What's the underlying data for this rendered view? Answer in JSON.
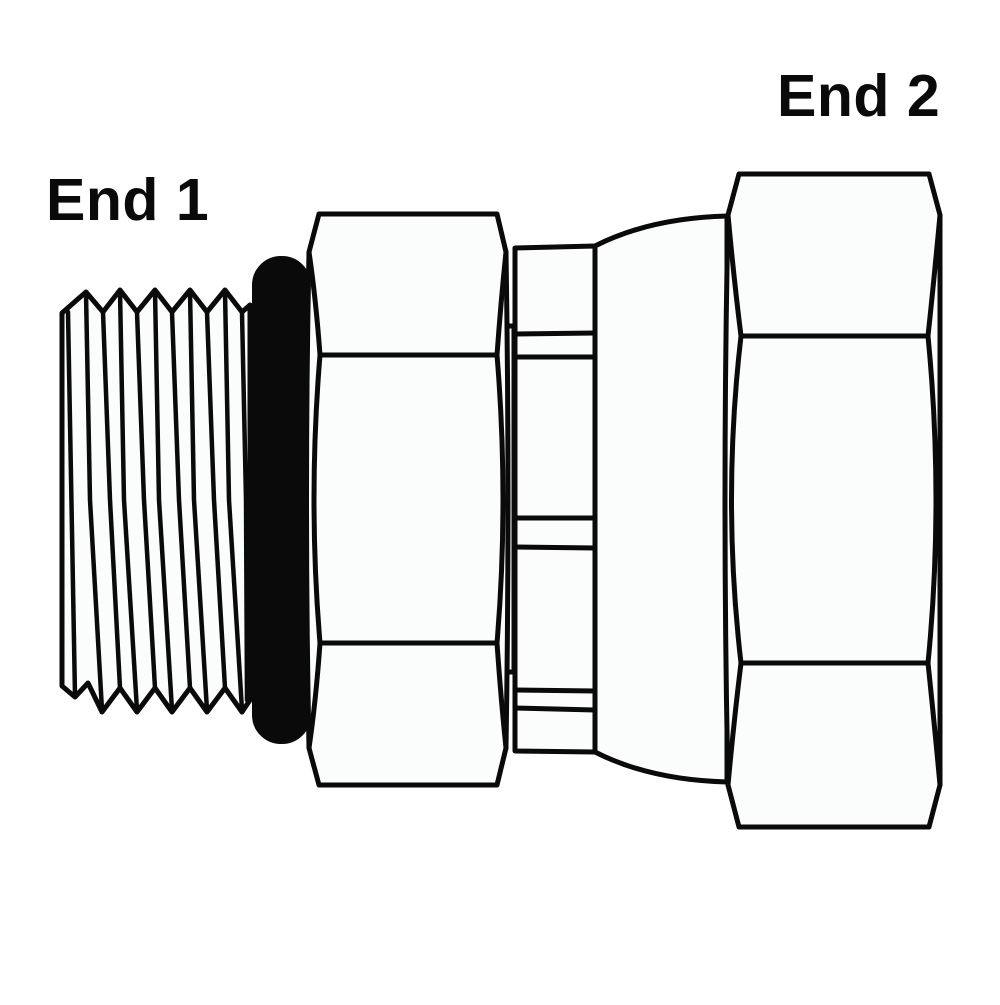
{
  "diagram": {
    "title": "Hydraulic adapter fitting (O-ring boss male to swivel female)",
    "labels": {
      "end1": "End 1",
      "end2": "End 2"
    },
    "components": [
      {
        "id": "male-thread",
        "description": "Male threaded end (End 1)"
      },
      {
        "id": "o-ring",
        "description": "Black O-ring seal"
      },
      {
        "id": "hex-nut-1",
        "description": "Hex body flats, End 1 side"
      },
      {
        "id": "swivel-collar",
        "description": "Swivel collar with banded grooves"
      },
      {
        "id": "tapered-body",
        "description": "Tapered body"
      },
      {
        "id": "hex-nut-2",
        "description": "Swivel hex nut (End 2)"
      }
    ],
    "colors": {
      "stroke": "#0a0a0a",
      "fill": "#fbfcfc",
      "background": "#ffffff",
      "seal": "#0a0a0a"
    }
  }
}
